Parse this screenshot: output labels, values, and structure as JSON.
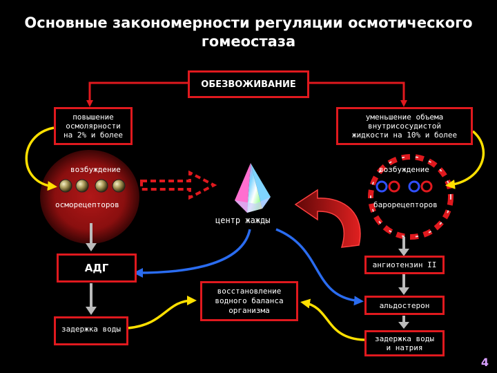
{
  "title_line1": "Основные закономерности регуляции осмотического",
  "title_line2": "гомеостаза",
  "dehydration": "ОБЕЗВОЖИВАНИЕ",
  "osmolarity_line1": "повышение",
  "osmolarity_line2": "осмолярности",
  "osmolarity_line3": "на 2% и более",
  "volume_line1": "уменьшение объема",
  "volume_line2": "внутрисосудистой",
  "volume_line3": "жидкости на 10% и более",
  "excitation_left": "возбуждение",
  "excitation_right": "возбуждение",
  "osmoreceptors": "осморецепторов",
  "baroreceptors": "барорецепторов",
  "thirst_center": "центр жажды",
  "adh": "АДГ",
  "angiotensin": "ангиотензин II",
  "restoration_line1": "восстановление",
  "restoration_line2": "водного баланса",
  "restoration_line3": "организма",
  "aldosterone": "альдостерон",
  "water_retention": "задержка воды",
  "water_sodium_line1": "задержка воды",
  "water_sodium_line2": "и натрия",
  "slide_number": "4",
  "colors": {
    "box_border": "#e0191e",
    "connector_yellow": "#ffe000",
    "connector_blue": "#2a6cf0",
    "text": "#ffffff"
  }
}
